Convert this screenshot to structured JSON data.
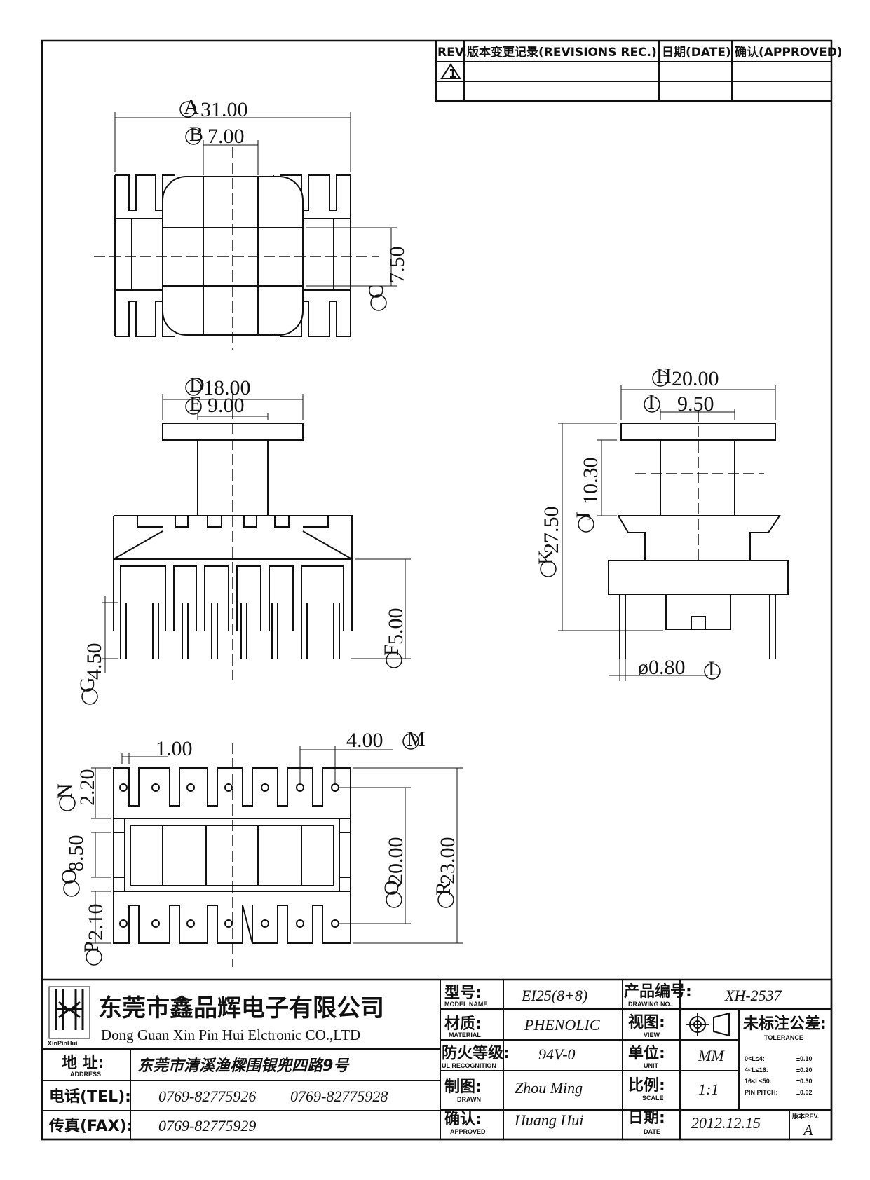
{
  "revision_table": {
    "headers": {
      "rev": "REV.",
      "record": "版本变更记录(REVISIONS REC.)",
      "date": "日期(DATE)",
      "approved": "确认(APPROVED)"
    },
    "rows": [
      {
        "rev": "1"
      }
    ]
  },
  "dimensions": {
    "A": {
      "letter": "A",
      "value": "31.00"
    },
    "B": {
      "letter": "B",
      "value": "7.00"
    },
    "C": {
      "letter": "C",
      "value": "7.50"
    },
    "D": {
      "letter": "D",
      "value": "18.00"
    },
    "E": {
      "letter": "E",
      "value": "9.00"
    },
    "F": {
      "letter": "F",
      "value": "5.00"
    },
    "G": {
      "letter": "G",
      "value": "4.50"
    },
    "H": {
      "letter": "H",
      "value": "20.00"
    },
    "I": {
      "letter": "I",
      "value": "9.50"
    },
    "J": {
      "letter": "J",
      "value": "10.30"
    },
    "K": {
      "letter": "K",
      "value": "27.50"
    },
    "L": {
      "letter": "L",
      "value": "ø0.80"
    },
    "M": {
      "letter": "M",
      "value": "4.00"
    },
    "N": {
      "letter": "N",
      "value": "2.20"
    },
    "O": {
      "letter": "O",
      "value": "8.50"
    },
    "P": {
      "letter": "P",
      "value": "2.10"
    },
    "Q": {
      "letter": "Q",
      "value": "20.00"
    },
    "R": {
      "letter": "R",
      "value": "23.00"
    },
    "pin_width": {
      "value": "1.00"
    }
  },
  "title_block": {
    "logo_text": "XinPinHui",
    "company_cn": "东莞市鑫品辉电子有限公司",
    "company_en": "Dong Guan Xin Pin Hui Elctronic CO.,LTD",
    "address_label": "地 址:",
    "address_sub": "ADDRESS",
    "address": "东莞市清溪渔樑围银兜四路9号",
    "tel_label": "电话(TEL):",
    "tel1": "0769-82775926",
    "tel2": "0769-82775928",
    "fax_label": "传真(FAX):",
    "fax": "0769-82775929",
    "model_label": "型号:",
    "model_sub": "MODEL NAME",
    "model": "EI25(8+8)",
    "material_label": "材质:",
    "material_sub": "MATERIAL",
    "material": "PHENOLIC",
    "ul_label": "防火等级:",
    "ul_sub": "UL RECOGNITION",
    "ul": "94V-0",
    "drawn_label": "制图:",
    "drawn_sub": "DRAWN",
    "drawn": "Zhou Ming",
    "approved_label": "确认:",
    "approved_sub": "APPROVED",
    "approved": "Huang Hui",
    "drawing_no_label": "产品编号:",
    "drawing_no_sub": "DRAWING NO.",
    "drawing_no": "XH-2537",
    "view_label": "视图:",
    "view_sub": "VIEW",
    "unit_label": "单位:",
    "unit_sub": "UNIT",
    "unit": "MM",
    "scale_label": "比例:",
    "scale_sub": "SCALE",
    "scale": "1:1",
    "date_label": "日期:",
    "date_sub": "DATE",
    "date": "2012.12.15",
    "tolerance_label": "未标注公差:",
    "tolerance_sub": "TOLERANCE",
    "tolerances": [
      {
        "range": "0<L≤4:",
        "value": "±0.10"
      },
      {
        "range": "4<L≤16:",
        "value": "±0.20"
      },
      {
        "range": "16<L≤50:",
        "value": "±0.30"
      },
      {
        "range": "PIN PITCH:",
        "value": "±0.02"
      }
    ],
    "rev_label": "版本REV.",
    "rev_value": "A"
  }
}
